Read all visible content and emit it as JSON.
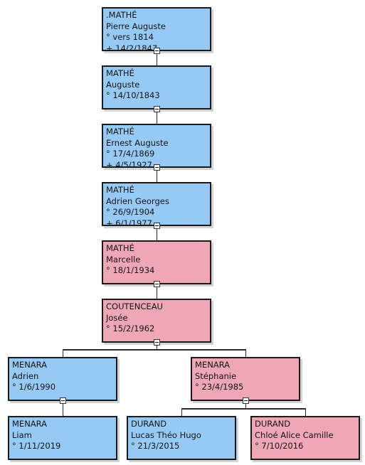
{
  "people": [
    {
      "id": "p1",
      "sex": "male",
      "surname": ".MATHÉ",
      "given": "Pierre Auguste",
      "birth": "° vers 1814",
      "death": "+ 14/2/1847"
    },
    {
      "id": "p2",
      "sex": "male",
      "surname": "MATHÉ",
      "given": "Auguste",
      "birth": "° 14/10/1843"
    },
    {
      "id": "p3",
      "sex": "male",
      "surname": "MATHÉ",
      "given": "Ernest Auguste",
      "birth": "° 17/4/1869",
      "death": "+ 4/5/1927"
    },
    {
      "id": "p4",
      "sex": "male",
      "surname": "MATHÉ",
      "given": "Adrien Georges",
      "birth": "° 26/9/1904",
      "death": "+ 6/1/1977"
    },
    {
      "id": "p5",
      "sex": "female",
      "surname": "MATHÉ",
      "given": "Marcelle",
      "birth": "° 18/1/1934"
    },
    {
      "id": "p6",
      "sex": "female",
      "surname": "COUTENCEAU",
      "given": "Josée",
      "birth": "° 15/2/1962"
    },
    {
      "id": "p7",
      "sex": "male",
      "surname": "MENARA",
      "given": "Adrien",
      "birth": "° 1/6/1990"
    },
    {
      "id": "p8",
      "sex": "female",
      "surname": "MENARA",
      "given": "Stéphanie",
      "birth": "° 23/4/1985"
    },
    {
      "id": "p9",
      "sex": "male",
      "surname": "MENARA",
      "given": "Liam",
      "birth": "° 1/11/2019"
    },
    {
      "id": "p10",
      "sex": "male",
      "surname": "DURAND",
      "given": "Lucas Théo Hugo",
      "birth": "° 21/3/2015"
    },
    {
      "id": "p11",
      "sex": "female",
      "surname": "DURAND",
      "given": "Chloé Alice Camille",
      "birth": "° 7/10/2016"
    }
  ],
  "relations": [
    {
      "parent": "p1",
      "children": [
        "p2"
      ]
    },
    {
      "parent": "p2",
      "children": [
        "p3"
      ]
    },
    {
      "parent": "p3",
      "children": [
        "p4"
      ]
    },
    {
      "parent": "p4",
      "children": [
        "p5"
      ]
    },
    {
      "parent": "p5",
      "children": [
        "p6"
      ]
    },
    {
      "parent": "p6",
      "children": [
        "p7",
        "p8"
      ]
    },
    {
      "parent": "p7",
      "children": [
        "p9"
      ]
    },
    {
      "parent": "p8",
      "children": [
        "p10",
        "p11"
      ]
    }
  ],
  "colors": {
    "male": "#96caf5",
    "female": "#f0a7b5",
    "border": "#1a1a1a",
    "connector": "#2a2a2a"
  }
}
